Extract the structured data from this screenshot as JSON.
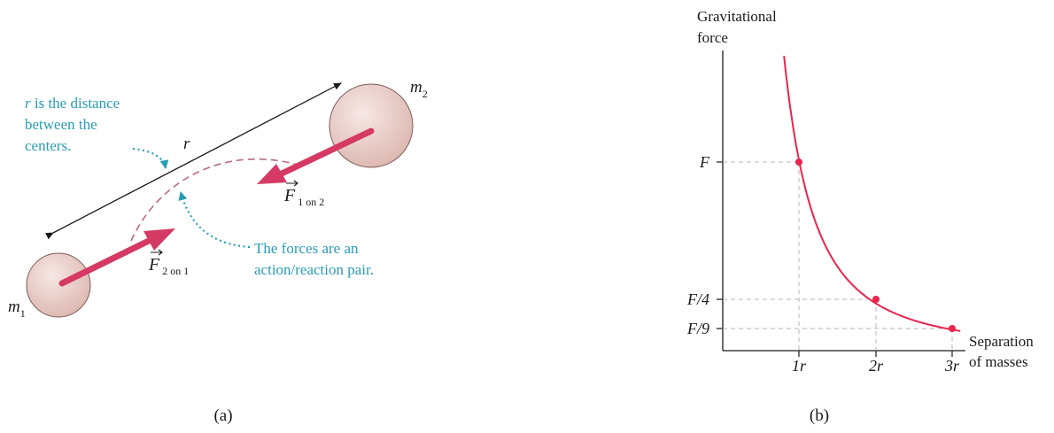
{
  "colors": {
    "force_arrow": "#d43a63",
    "curve": "#e8254f",
    "annotation": "#2a9bb4",
    "mass_fill": "#e7c9c4",
    "ink": "#1a1a1a"
  },
  "panel_a": {
    "caption": "(a)",
    "mass1": {
      "base": "m",
      "sub": "1"
    },
    "mass2": {
      "base": "m",
      "sub": "2"
    },
    "distance_label": "r",
    "distance_note": [
      "r is the distance",
      "between the",
      "centers."
    ],
    "distance_note_italic": "r",
    "distance_note_rest": " is the distance",
    "pair_note": [
      "The forces are an",
      "action/reaction pair."
    ],
    "force_1_on_2": {
      "base": "F",
      "sub": "1 on 2"
    },
    "force_2_on_1": {
      "base": "F",
      "sub": "2 on 1"
    }
  },
  "panel_b": {
    "caption": "(b)",
    "y_axis_label": [
      "Gravitational",
      "force"
    ],
    "x_axis_label": [
      "Separation",
      "of masses"
    ],
    "y_ticks": [
      "F",
      "F/4",
      "F/9"
    ],
    "x_ticks": [
      "1r",
      "2r",
      "3r"
    ],
    "chart_data": {
      "type": "line",
      "relation": "inverse square",
      "points": [
        {
          "x": "1r",
          "y": "F"
        },
        {
          "x": "2r",
          "y": "F/4"
        },
        {
          "x": "3r",
          "y": "F/9"
        }
      ],
      "xlabel": "Separation of masses",
      "ylabel": "Gravitational force",
      "grid": "dashed guide lines to marked points"
    }
  }
}
